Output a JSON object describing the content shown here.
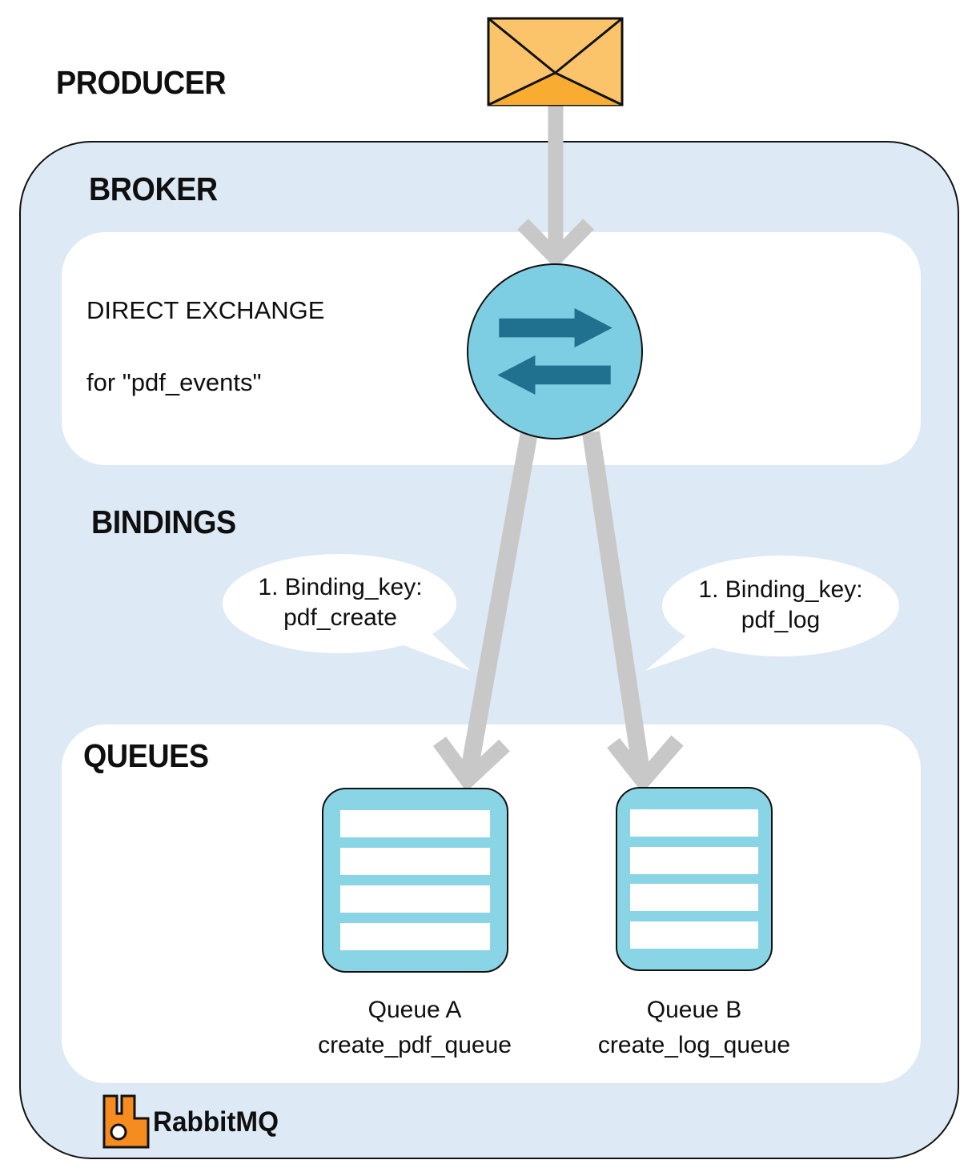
{
  "title": "RabbitMQ direct exchange routing diagram",
  "sections": {
    "producer": "PRODUCER",
    "broker": "BROKER",
    "bindings": "BINDINGS",
    "queues": "QUEUES"
  },
  "exchange": {
    "title": "DIRECT EXCHANGE",
    "subtitle": "for \"pdf_events\""
  },
  "bindings": [
    {
      "line1": "1. Binding_key:",
      "line2": "pdf_create"
    },
    {
      "line1": "1. Binding_key:",
      "line2": "pdf_log"
    }
  ],
  "queues": [
    {
      "name": "Queue A",
      "queue_name": "create_pdf_queue"
    },
    {
      "name": "Queue B",
      "queue_name": "create_log_queue"
    }
  ],
  "brand": {
    "name": "RabbitMQ"
  },
  "icons": {
    "message": "envelope-icon",
    "exchange": "exchange-swap-arrows-icon",
    "queue": "queue-rows-icon",
    "brand": "rabbitmq-rabbit-icon",
    "flow": "gray-flow-arrow"
  },
  "colors": {
    "broker_background": "#dde9f4",
    "panel_background": "#ffffff",
    "exchange_circle": "#7dcee2",
    "exchange_arrows": "#20708f",
    "queue_icon": "#8ad5e5",
    "flow_arrow": "#c8c8c8",
    "envelope_light": "#fbc46a",
    "envelope_dark": "#f8ad32",
    "brand_orange": "#f68b1f",
    "outline": "#111111",
    "text": "#0f0f0f"
  }
}
